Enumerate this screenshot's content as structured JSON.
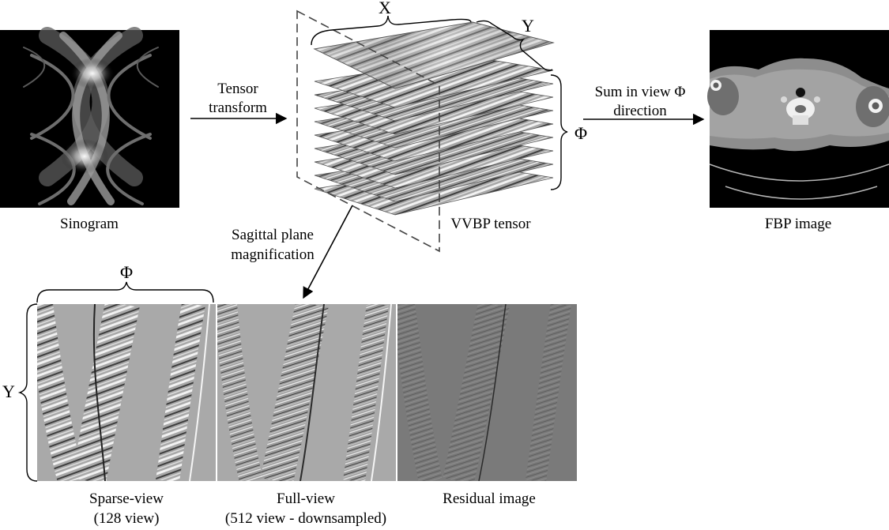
{
  "labels": {
    "sinogram": "Sinogram",
    "tensor_transform_1": "Tensor",
    "tensor_transform_2": "transform",
    "axis_x": "X",
    "axis_y_top": "Y",
    "axis_phi_right": "Φ",
    "vvbp_tensor": "VVBP tensor",
    "sum_1": "Sum in view Φ",
    "sum_2": "direction",
    "fbp_image": "FBP image",
    "sagittal_1": "Sagittal plane",
    "sagittal_2": "magnification",
    "axis_phi_bottom": "Φ",
    "axis_y_left": "Y",
    "sparse_1": "Sparse-view",
    "sparse_2": "(128 view)",
    "full_1": "Full-view",
    "full_2": "(512 view - downsampled)",
    "residual": "Residual image"
  },
  "colors": {
    "background": "#ffffff",
    "image_black": "#000000",
    "slice_gray": "#b8b8b8",
    "residual_gray": "#7a7a7a",
    "panel_gray": "#a9a9a9"
  }
}
